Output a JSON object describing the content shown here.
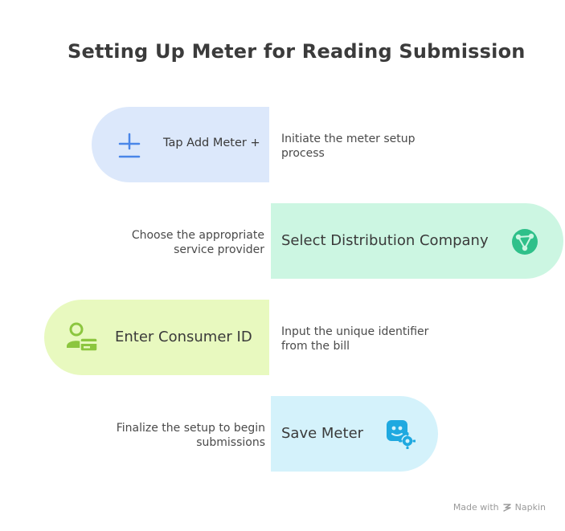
{
  "title": "Setting Up Meter for Reading Submission",
  "steps": [
    {
      "label": "Tap Add Meter +",
      "description_lines": [
        "Initiate the meter setup",
        "process"
      ],
      "icon": "plus-minus-icon",
      "color": "#dce8fb",
      "icon_color": "#4a86e8"
    },
    {
      "label": "Select Distribution Company",
      "description_lines": [
        "Choose the appropriate",
        "service provider"
      ],
      "icon": "network-globe-icon",
      "color": "#ccf6e2",
      "icon_color": "#2fc08a"
    },
    {
      "label": "Enter Consumer ID",
      "description_lines": [
        "Input the unique identifier",
        "from the bill"
      ],
      "icon": "user-id-card-icon",
      "color": "#e8f9bf",
      "icon_color": "#8cc63f"
    },
    {
      "label": "Save Meter",
      "description_lines": [
        "Finalize the setup to begin",
        "submissions"
      ],
      "icon": "meter-gear-icon",
      "color": "#d4f2fb",
      "icon_color": "#1fa9e0"
    }
  ],
  "footer": {
    "made_with": "Made with",
    "brand": "Napkin"
  }
}
